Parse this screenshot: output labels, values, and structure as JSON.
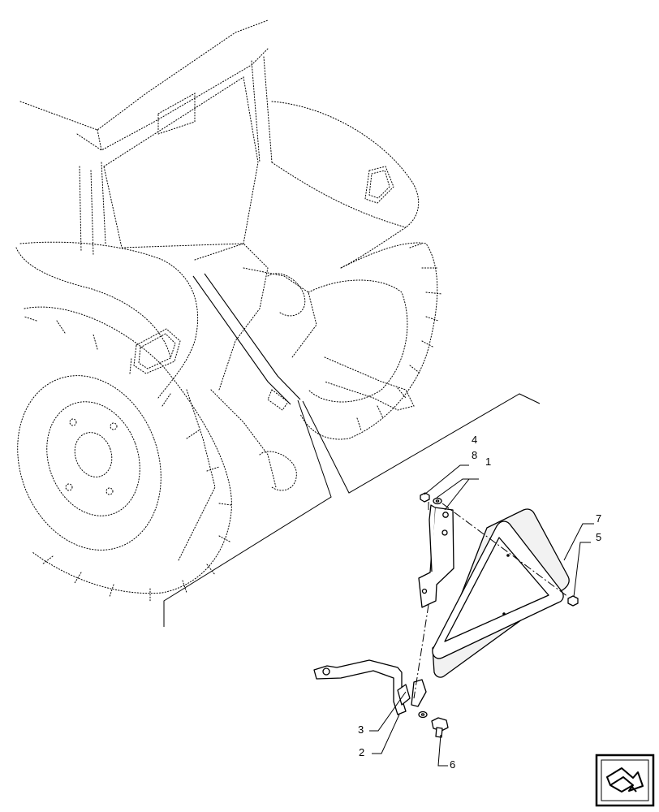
{
  "callouts": {
    "c1": "1",
    "c2": "2",
    "c3": "3",
    "c4": "4",
    "c5": "5",
    "c6": "6",
    "c7": "7",
    "c8": "8"
  },
  "icons": {
    "navigation": "next-page-arrow-icon"
  }
}
